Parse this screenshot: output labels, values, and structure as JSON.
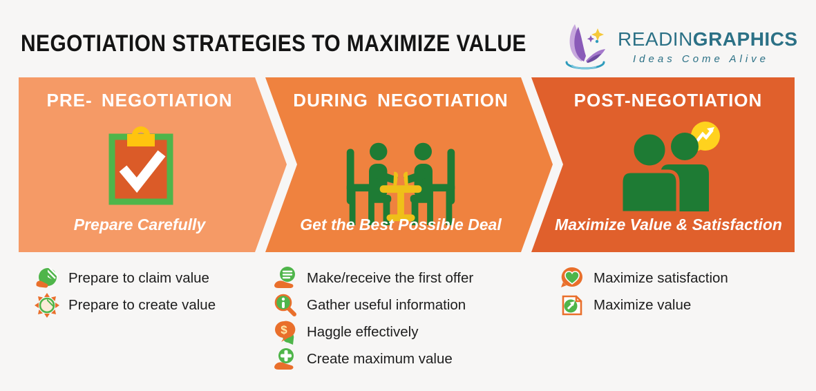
{
  "page": {
    "background": "#f7f6f5"
  },
  "header": {
    "title": "NEGOTIATION STRATEGIES TO MAXIMIZE VALUE",
    "logo": {
      "brand_regular": "READIN",
      "brand_bold": "GRAPHICS",
      "tagline": "Ideas Come Alive",
      "brand_color": "#2c7186"
    }
  },
  "colors": {
    "stage1": "#f59a66",
    "stage2": "#ef823f",
    "stage3": "#e0602c",
    "icon_green": "#4fb54a",
    "icon_dark_green": "#1e7b34",
    "icon_orange": "#e96f2b",
    "icon_yellow": "#ffc40f",
    "bubble_yellow": "#ffd21e"
  },
  "stages": [
    {
      "label": "PRE- NEGOTIATION",
      "caption": "Prepare Carefully",
      "icon": "clipboard-check-icon"
    },
    {
      "label": "DURING NEGOTIATION",
      "caption": "Get the Best Possible Deal",
      "icon": "negotiation-table-icon"
    },
    {
      "label": "POST-NEGOTIATION",
      "caption": "Maximize Value & Satisfaction",
      "icon": "people-discussion-icon"
    }
  ],
  "lists": [
    {
      "items": [
        {
          "icon": "claim-value-icon",
          "text": "Prepare to claim value"
        },
        {
          "icon": "create-value-icon",
          "text": "Prepare to create value"
        }
      ]
    },
    {
      "items": [
        {
          "icon": "first-offer-icon",
          "text": "Make/receive the first offer"
        },
        {
          "icon": "gather-info-icon",
          "text": "Gather useful information"
        },
        {
          "icon": "haggle-icon",
          "text": "Haggle effectively"
        },
        {
          "icon": "create-max-value-icon",
          "text": "Create maximum value"
        }
      ]
    },
    {
      "items": [
        {
          "icon": "satisfaction-icon",
          "text": "Maximize satisfaction"
        },
        {
          "icon": "value-icon",
          "text": "Maximize value"
        }
      ]
    }
  ]
}
